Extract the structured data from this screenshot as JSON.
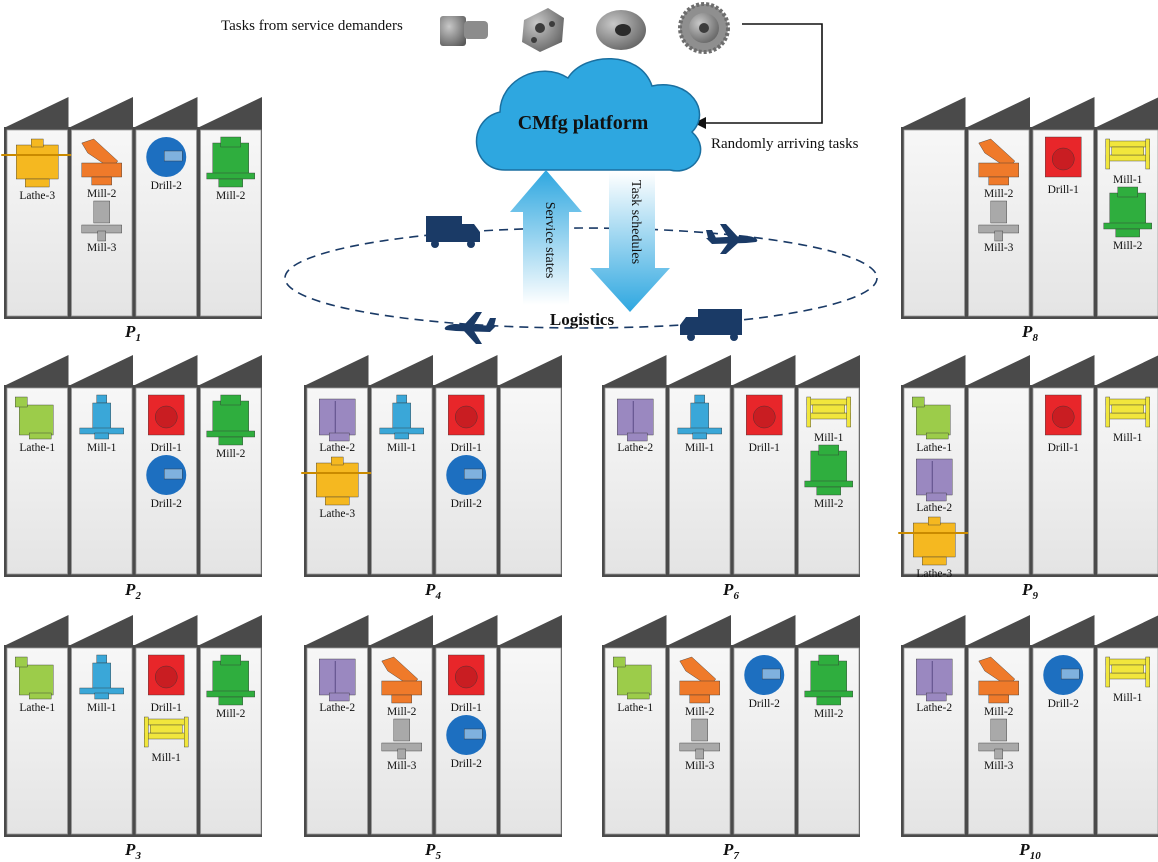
{
  "header": {
    "tasks_label": "Tasks from service demanders",
    "platform_label": "CMfg platform",
    "arrival_label": "Randomly arriving tasks",
    "service_states_label": "Service states",
    "task_schedules_label": "Task schedules",
    "logistics_label": "Logistics"
  },
  "task_parts": [
    "bolt-part-icon",
    "block-part-icon",
    "washer-part-icon",
    "gear-part-icon"
  ],
  "colors": {
    "lathe_3": "#f5b820",
    "lathe_1": "#9ccc4a",
    "lathe_2": "#9a88c0",
    "mill_1_blue": "#3aa7d8",
    "mill_2_orange": "#ef7a2a",
    "mill_3_gray": "#a9a9a9",
    "drill_1": "#e8262a",
    "drill_2": "#1d6fc0",
    "mill_1_yellow": "#f1e63c",
    "mill_2_green": "#2fae3e",
    "cloud": "#2ea7e0",
    "roof": "#4a4a4a",
    "logistics_icon": "#1a3a66"
  },
  "factories": [
    {
      "name": "P",
      "sub": "1",
      "bays": [
        [
          {
            "type": "lathe3",
            "label": "Lathe-3"
          }
        ],
        [
          {
            "type": "mill2o",
            "label": "Mill-2"
          },
          {
            "type": "mill3",
            "label": "Mill-3"
          }
        ],
        [
          {
            "type": "drill2",
            "label": "Drill-2"
          }
        ],
        [
          {
            "type": "mill2g",
            "label": "Mill-2"
          }
        ]
      ]
    },
    {
      "name": "P",
      "sub": "8",
      "bays": [
        [],
        [
          {
            "type": "mill2o",
            "label": "Mill-2"
          },
          {
            "type": "mill3",
            "label": "Mill-3"
          }
        ],
        [
          {
            "type": "drill1",
            "label": "Drill-1"
          }
        ],
        [
          {
            "type": "mill1y",
            "label": "Mill-1"
          },
          {
            "type": "mill2g",
            "label": "Mill-2"
          }
        ]
      ]
    },
    {
      "name": "P",
      "sub": "2",
      "bays": [
        [
          {
            "type": "lathe1",
            "label": "Lathe-1"
          }
        ],
        [
          {
            "type": "mill1b",
            "label": "Mill-1"
          }
        ],
        [
          {
            "type": "drill1",
            "label": "Drill-1"
          },
          {
            "type": "drill2",
            "label": "Drill-2"
          }
        ],
        [
          {
            "type": "mill2g",
            "label": "Mill-2"
          }
        ]
      ]
    },
    {
      "name": "P",
      "sub": "4",
      "bays": [
        [
          {
            "type": "lathe2",
            "label": "Lathe-2"
          },
          {
            "type": "lathe3",
            "label": "Lathe-3"
          }
        ],
        [
          {
            "type": "mill1b",
            "label": "Mill-1"
          }
        ],
        [
          {
            "type": "drill1",
            "label": "Drill-1"
          },
          {
            "type": "drill2",
            "label": "Drill-2"
          }
        ],
        []
      ]
    },
    {
      "name": "P",
      "sub": "6",
      "bays": [
        [
          {
            "type": "lathe2",
            "label": "Lathe-2"
          }
        ],
        [
          {
            "type": "mill1b",
            "label": "Mill-1"
          }
        ],
        [
          {
            "type": "drill1",
            "label": "Drill-1"
          }
        ],
        [
          {
            "type": "mill1y",
            "label": "Mill-1"
          },
          {
            "type": "mill2g",
            "label": "Mill-2"
          }
        ]
      ]
    },
    {
      "name": "P",
      "sub": "9",
      "bays": [
        [
          {
            "type": "lathe1",
            "label": "Lathe-1"
          },
          {
            "type": "lathe2",
            "label": "Lathe-2"
          },
          {
            "type": "lathe3",
            "label": "Lathe-3"
          }
        ],
        [],
        [
          {
            "type": "drill1",
            "label": "Drill-1"
          }
        ],
        [
          {
            "type": "mill1y",
            "label": "Mill-1"
          }
        ]
      ]
    },
    {
      "name": "P",
      "sub": "3",
      "bays": [
        [
          {
            "type": "lathe1",
            "label": "Lathe-1"
          }
        ],
        [
          {
            "type": "mill1b",
            "label": "Mill-1"
          }
        ],
        [
          {
            "type": "drill1",
            "label": "Drill-1"
          },
          {
            "type": "mill1y",
            "label": "Mill-1"
          }
        ],
        [
          {
            "type": "mill2g",
            "label": "Mill-2"
          }
        ]
      ]
    },
    {
      "name": "P",
      "sub": "5",
      "bays": [
        [
          {
            "type": "lathe2",
            "label": "Lathe-2"
          }
        ],
        [
          {
            "type": "mill2o",
            "label": "Mill-2"
          },
          {
            "type": "mill3",
            "label": "Mill-3"
          }
        ],
        [
          {
            "type": "drill1",
            "label": "Drill-1"
          },
          {
            "type": "drill2",
            "label": "Drill-2"
          }
        ],
        []
      ]
    },
    {
      "name": "P",
      "sub": "7",
      "bays": [
        [
          {
            "type": "lathe1",
            "label": "Lathe-1"
          }
        ],
        [
          {
            "type": "mill2o",
            "label": "Mill-2"
          },
          {
            "type": "mill3",
            "label": "Mill-3"
          }
        ],
        [
          {
            "type": "drill2",
            "label": "Drill-2"
          }
        ],
        [
          {
            "type": "mill2g",
            "label": "Mill-2"
          }
        ]
      ]
    },
    {
      "name": "P",
      "sub": "10",
      "bays": [
        [
          {
            "type": "lathe2",
            "label": "Lathe-2"
          }
        ],
        [
          {
            "type": "mill2o",
            "label": "Mill-2"
          },
          {
            "type": "mill3",
            "label": "Mill-3"
          }
        ],
        [
          {
            "type": "drill2",
            "label": "Drill-2"
          }
        ],
        [
          {
            "type": "mill1y",
            "label": "Mill-1"
          }
        ]
      ]
    }
  ]
}
